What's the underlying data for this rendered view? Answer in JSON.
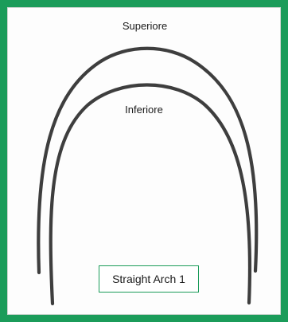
{
  "diagram": {
    "labels": {
      "upper": "Superiore",
      "lower": "Inferiore"
    },
    "caption": "Straight Arch 1",
    "colors": {
      "frame": "#1b9c5a",
      "wire": "#3e3e3e",
      "background": "#fdfdfd"
    }
  }
}
